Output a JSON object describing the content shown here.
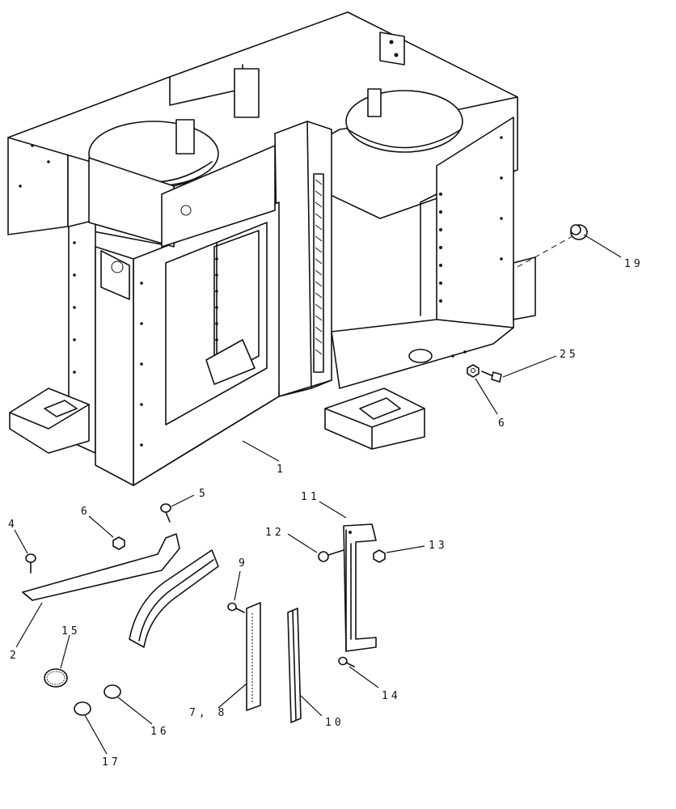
{
  "callouts": {
    "c1": "1",
    "c2": "2",
    "c4": "4",
    "c5": "5",
    "c6a": "6",
    "c6b": "6",
    "c7_8": "7, 8",
    "c9": "9",
    "c10": "10",
    "c11": "11",
    "c12": "12",
    "c13": "13",
    "c14": "14",
    "c15": "15",
    "c16": "16",
    "c17": "17",
    "c19": "19",
    "c25": "25"
  },
  "colors": {
    "line": "#111111",
    "background": "#ffffff"
  },
  "icons": [
    "bolt-icon",
    "nut-icon",
    "plug-icon",
    "washer-icon"
  ]
}
